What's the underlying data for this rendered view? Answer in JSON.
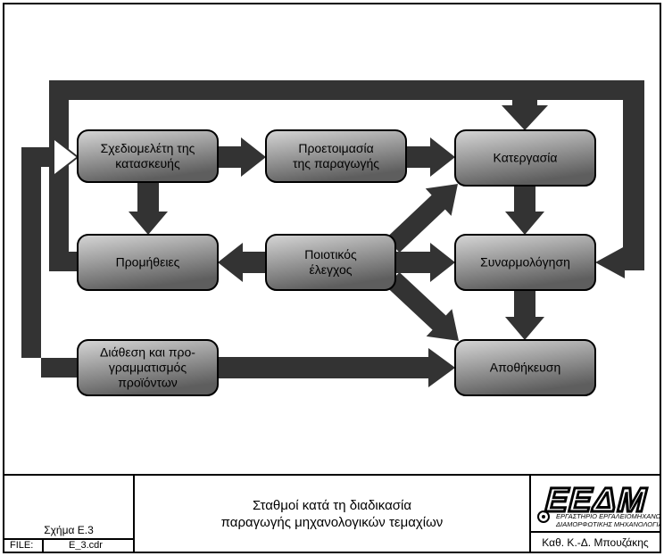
{
  "diagram": {
    "nodes": [
      {
        "id": "design",
        "lines": [
          "Σχεδιομελέτη της",
          "κατασκευής"
        ]
      },
      {
        "id": "preestimate",
        "lines": [
          "Προετοιμασία",
          "της παραγωγής"
        ]
      },
      {
        "id": "processing",
        "lines": [
          "Κατεργασία"
        ]
      },
      {
        "id": "supplies",
        "lines": [
          "Προμήθειες"
        ]
      },
      {
        "id": "quality",
        "lines": [
          "Ποιοτικός",
          "έλεγχος"
        ]
      },
      {
        "id": "assembly",
        "lines": [
          "Συναρμολόγηση"
        ]
      },
      {
        "id": "marketing",
        "lines": [
          "Διάθεση και προ-",
          "γραμματισμός",
          "προϊόντων"
        ]
      },
      {
        "id": "storage",
        "lines": [
          "Αποθήκευση"
        ]
      }
    ],
    "edges": [
      {
        "from": "design",
        "to": "preestimate"
      },
      {
        "from": "preestimate",
        "to": "processing"
      },
      {
        "from": "design",
        "to": "supplies"
      },
      {
        "from": "quality",
        "to": "supplies"
      },
      {
        "from": "quality",
        "to": "processing"
      },
      {
        "from": "quality",
        "to": "assembly"
      },
      {
        "from": "quality",
        "to": "storage"
      },
      {
        "from": "processing",
        "to": "assembly"
      },
      {
        "from": "assembly",
        "to": "storage"
      },
      {
        "from": "marketing",
        "to": "storage"
      },
      {
        "from": "supplies",
        "to": "processing"
      },
      {
        "from": "supplies",
        "to": "assembly"
      },
      {
        "from": "marketing",
        "to": "design"
      }
    ],
    "colors": {
      "arrow": "#333333",
      "box_light": "#d6d6d6",
      "box_dark": "#5e5e5e",
      "border": "#000000"
    }
  },
  "title_block": {
    "figure_label": "Σχήμα Ε.3",
    "file_label": "FILE:",
    "file_name": "E_3.cdr",
    "title_line1": "Σταθμοί κατά τη διαδικασία",
    "title_line2": "παραγωγής μηχανολογικών τεμαχίων",
    "logo_text": "ΕΕΔΜ",
    "logo_sub1": "ΕΡΓΑΣΤΗΡΙΟ ΕΡΓΑΛΕΙΟΜΗΧΑΝΩΝ",
    "logo_sub2": "ΔΙΑΜΟΡΦΩΤΙΚΗΣ ΜΗΧΑΝΟΛΟΓΙΑΣ",
    "author": "Καθ. Κ.-Δ. Μπουζάκης"
  }
}
